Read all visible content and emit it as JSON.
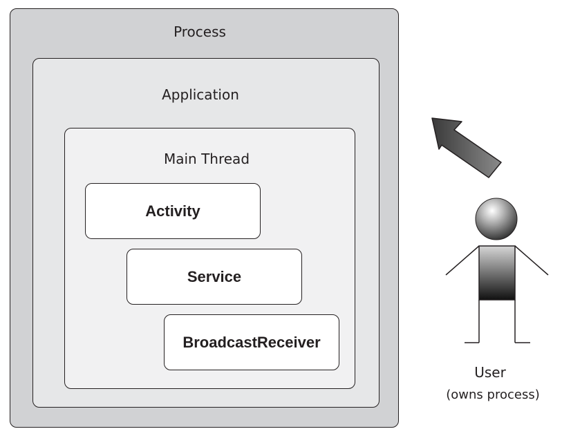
{
  "diagram": {
    "process_label": "Process",
    "application_label": "Application",
    "thread_label": "Main Thread",
    "components": [
      "Activity",
      "Service",
      "BroadcastReceiver"
    ],
    "user_label": "User",
    "user_sublabel": "(owns process)"
  },
  "colors": {
    "process_fill": "#d1d2d4",
    "application_fill": "#e6e7e8",
    "thread_fill": "#f1f1f2",
    "outline": "#231f20"
  },
  "icons": [
    "arrow-icon",
    "user-figure-icon"
  ]
}
